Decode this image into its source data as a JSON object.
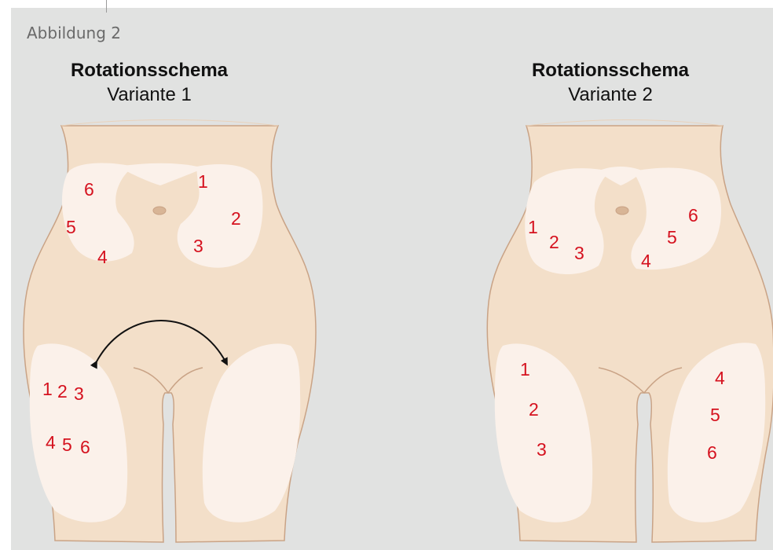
{
  "caption": "Abbildung 2",
  "variant1": {
    "title": "Rotationsschema",
    "subtitle": "Variante 1",
    "labels": {
      "abd_right": [
        "1",
        "2",
        "3"
      ],
      "abd_left": [
        "4",
        "5",
        "6"
      ],
      "thigh_upper": [
        "1",
        "2",
        "3"
      ],
      "thigh_lower": [
        "4",
        "5",
        "6"
      ]
    }
  },
  "variant2": {
    "title": "Rotationsschema",
    "subtitle": "Variante 2",
    "labels": {
      "abd_left": [
        "1",
        "2",
        "3"
      ],
      "abd_right": [
        "4",
        "5",
        "6"
      ],
      "thigh_left": [
        "1",
        "2",
        "3"
      ],
      "thigh_right": [
        "4",
        "5",
        "6"
      ]
    }
  },
  "colors": {
    "background": "#e1e2e1",
    "skin": "#f3dfc9",
    "skin_outline": "#c9a386",
    "injection_zone": "#fbf1ea",
    "navel": "#d8b596",
    "number_color": "#d5121f"
  }
}
